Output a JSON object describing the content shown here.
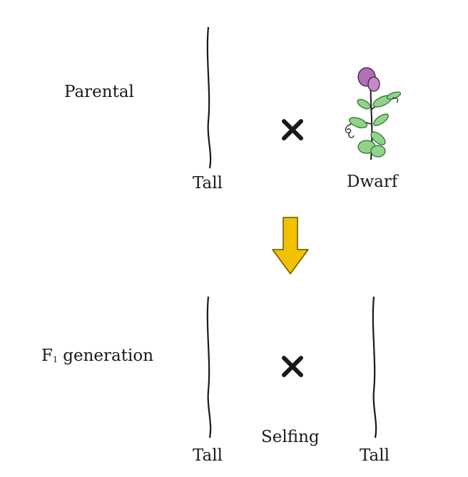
{
  "rows": {
    "parental": {
      "label": "Parental",
      "left_plant_label": "Tall",
      "right_plant_label": "Dwarf"
    },
    "f1": {
      "label_prefix": "F",
      "label_subscript": "1",
      "label_suffix": " generation",
      "left_plant_label": "Tall",
      "right_plant_label": "Tall",
      "cross_note": "Selfing"
    }
  },
  "colors": {
    "flower": "#b070b5",
    "leaf": "#8fd48a",
    "leaf_dark": "#2b6b2b",
    "stem": "#1a1a1a",
    "arrow": "#f2c200",
    "cross": "#1a1a1a"
  },
  "icons": {
    "cross": "cross-icon",
    "arrow": "down-arrow-icon",
    "plant": "pea-plant-icon"
  }
}
